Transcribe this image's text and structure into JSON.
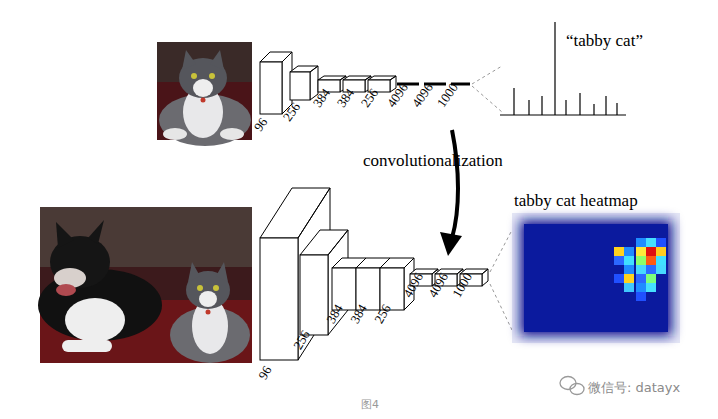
{
  "diagram": {
    "caption": "图4",
    "labels": [
      "96",
      "256",
      "384",
      "384",
      "256",
      "4096",
      "4096",
      "1000",
      "“tabby cat”",
      "convolutionalization",
      "96",
      "256",
      "384",
      "384",
      "256",
      "4096",
      "4096",
      "1000",
      "tabby cat heatmap",
      "微信号: datayx"
    ]
  }
}
